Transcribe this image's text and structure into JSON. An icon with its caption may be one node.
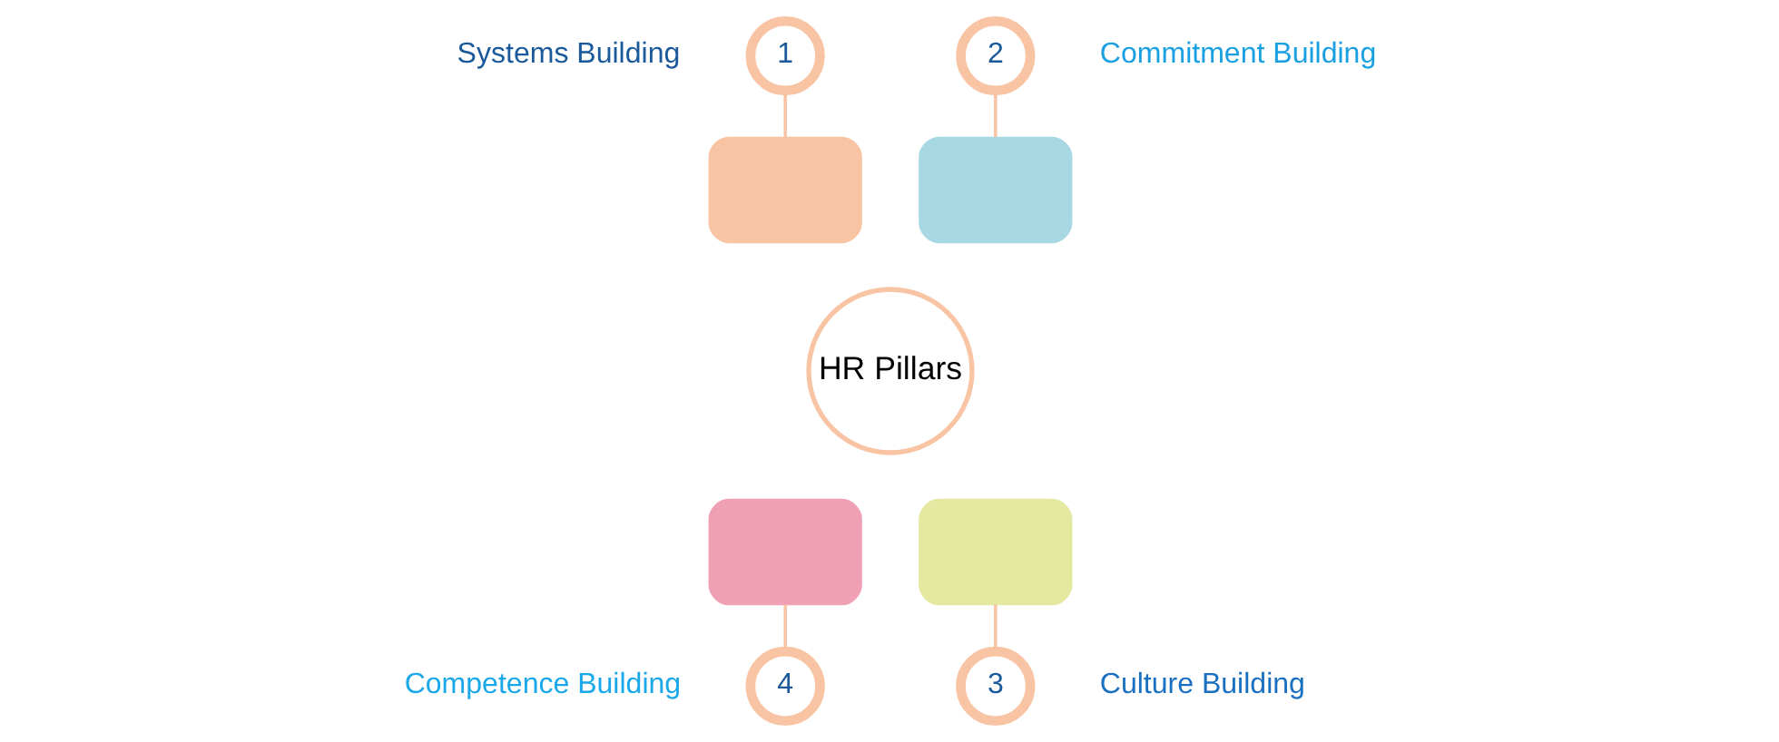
{
  "diagram": {
    "nodes": [
      {
        "text": [
          "HR Pillars"
        ]
      },
      {
        "text": [],
        "shape": "puzzle"
      },
      {
        "text": [],
        "shape": "puzzle"
      },
      {
        "text": [],
        "shape": "puzzle"
      },
      {
        "text": [],
        "shape": "puzzle"
      },
      {
        "text": [
          "1"
        ],
        "beside": [
          "Systems Building"
        ]
      },
      {
        "text": [
          "2"
        ],
        "beside": [
          "Commitment Building"
        ]
      },
      {
        "text": [
          "4"
        ],
        "beside": [
          "Competence Building"
        ]
      },
      {
        "text": [
          "3"
        ],
        "beside": [
          "Culture Building"
        ]
      }
    ],
    "edges": [
      {
        "from": 5,
        "to": 1,
        "arrow": "none"
      },
      {
        "from": 6,
        "to": 2,
        "arrow": "none"
      },
      {
        "from": 7,
        "to": 3,
        "arrow": "none"
      },
      {
        "from": 8,
        "to": 4,
        "arrow": "none"
      }
    ]
  }
}
